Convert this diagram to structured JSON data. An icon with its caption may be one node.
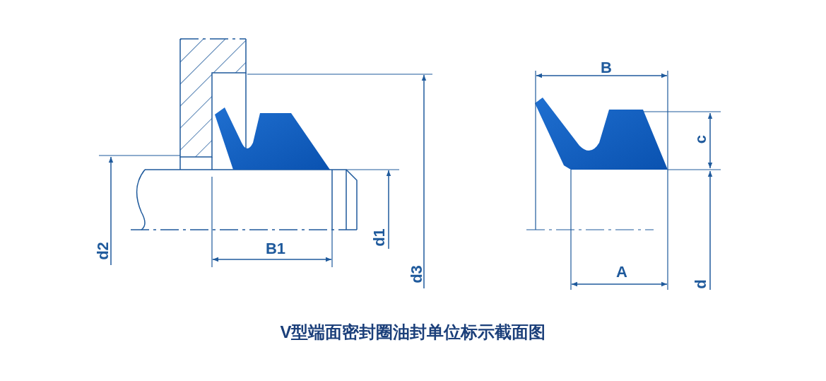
{
  "diagram": {
    "caption": "V型端面密封圈油封单位标示截面图",
    "labels": [
      "d2",
      "B1",
      "d1",
      "d3",
      "B",
      "c",
      "A",
      "d"
    ]
  }
}
